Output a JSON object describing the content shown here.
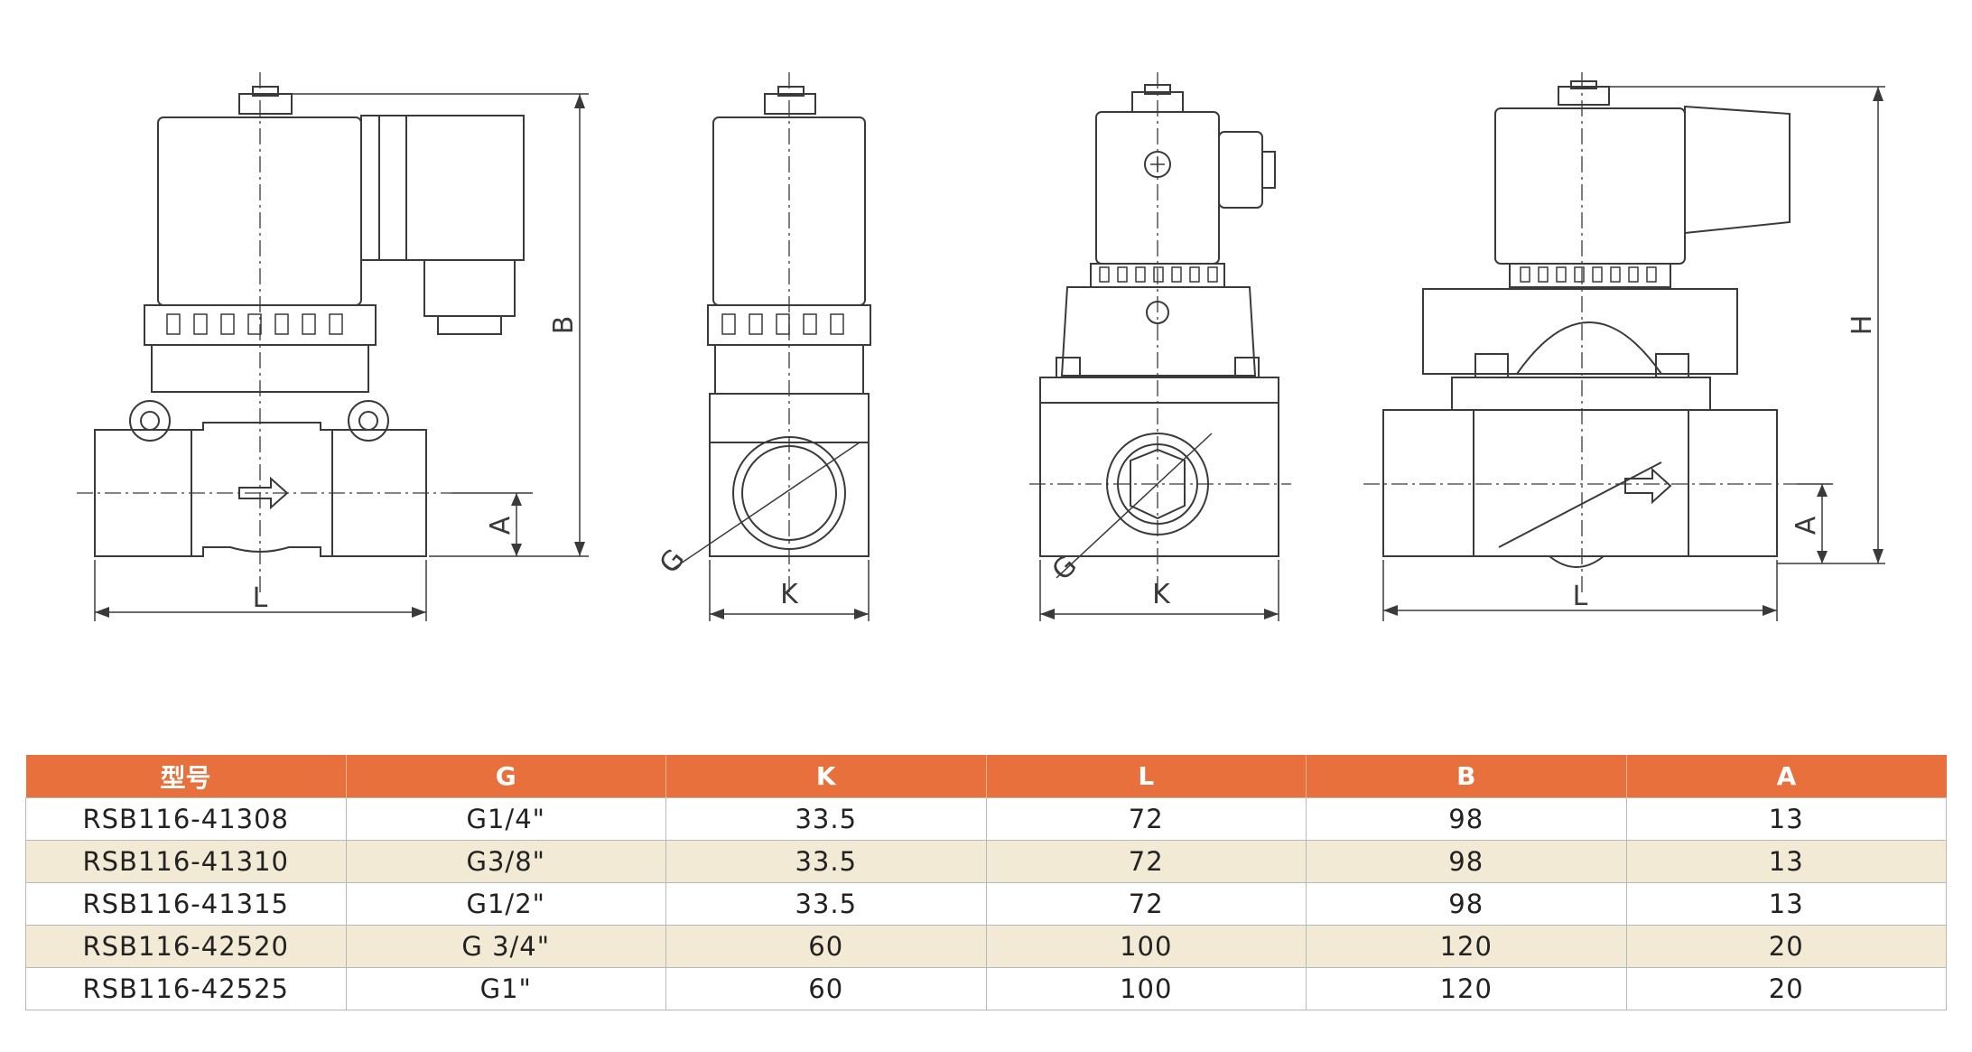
{
  "drawings": {
    "view1": {
      "dim_b": "B",
      "dim_a": "A",
      "dim_l": "L"
    },
    "view2": {
      "dim_g": "G",
      "dim_k": "K"
    },
    "view3": {
      "dim_g": "G",
      "dim_k": "K"
    },
    "view4": {
      "dim_h": "H",
      "dim_a": "A",
      "dim_l": "L"
    }
  },
  "table": {
    "header_color": "#e8703c",
    "alt_row_color": "#f3ead6",
    "columns": [
      "型号",
      "G",
      "K",
      "L",
      "B",
      "A"
    ],
    "rows": [
      [
        "RSB116-41308",
        "G1/4\"",
        "33.5",
        "72",
        "98",
        "13"
      ],
      [
        "RSB116-41310",
        "G3/8\"",
        "33.5",
        "72",
        "98",
        "13"
      ],
      [
        "RSB116-41315",
        "G1/2\"",
        "33.5",
        "72",
        "98",
        "13"
      ],
      [
        "RSB116-42520",
        "G 3/4\"",
        "60",
        "100",
        "120",
        "20"
      ],
      [
        "RSB116-42525",
        "G1\"",
        "60",
        "100",
        "120",
        "20"
      ]
    ]
  }
}
